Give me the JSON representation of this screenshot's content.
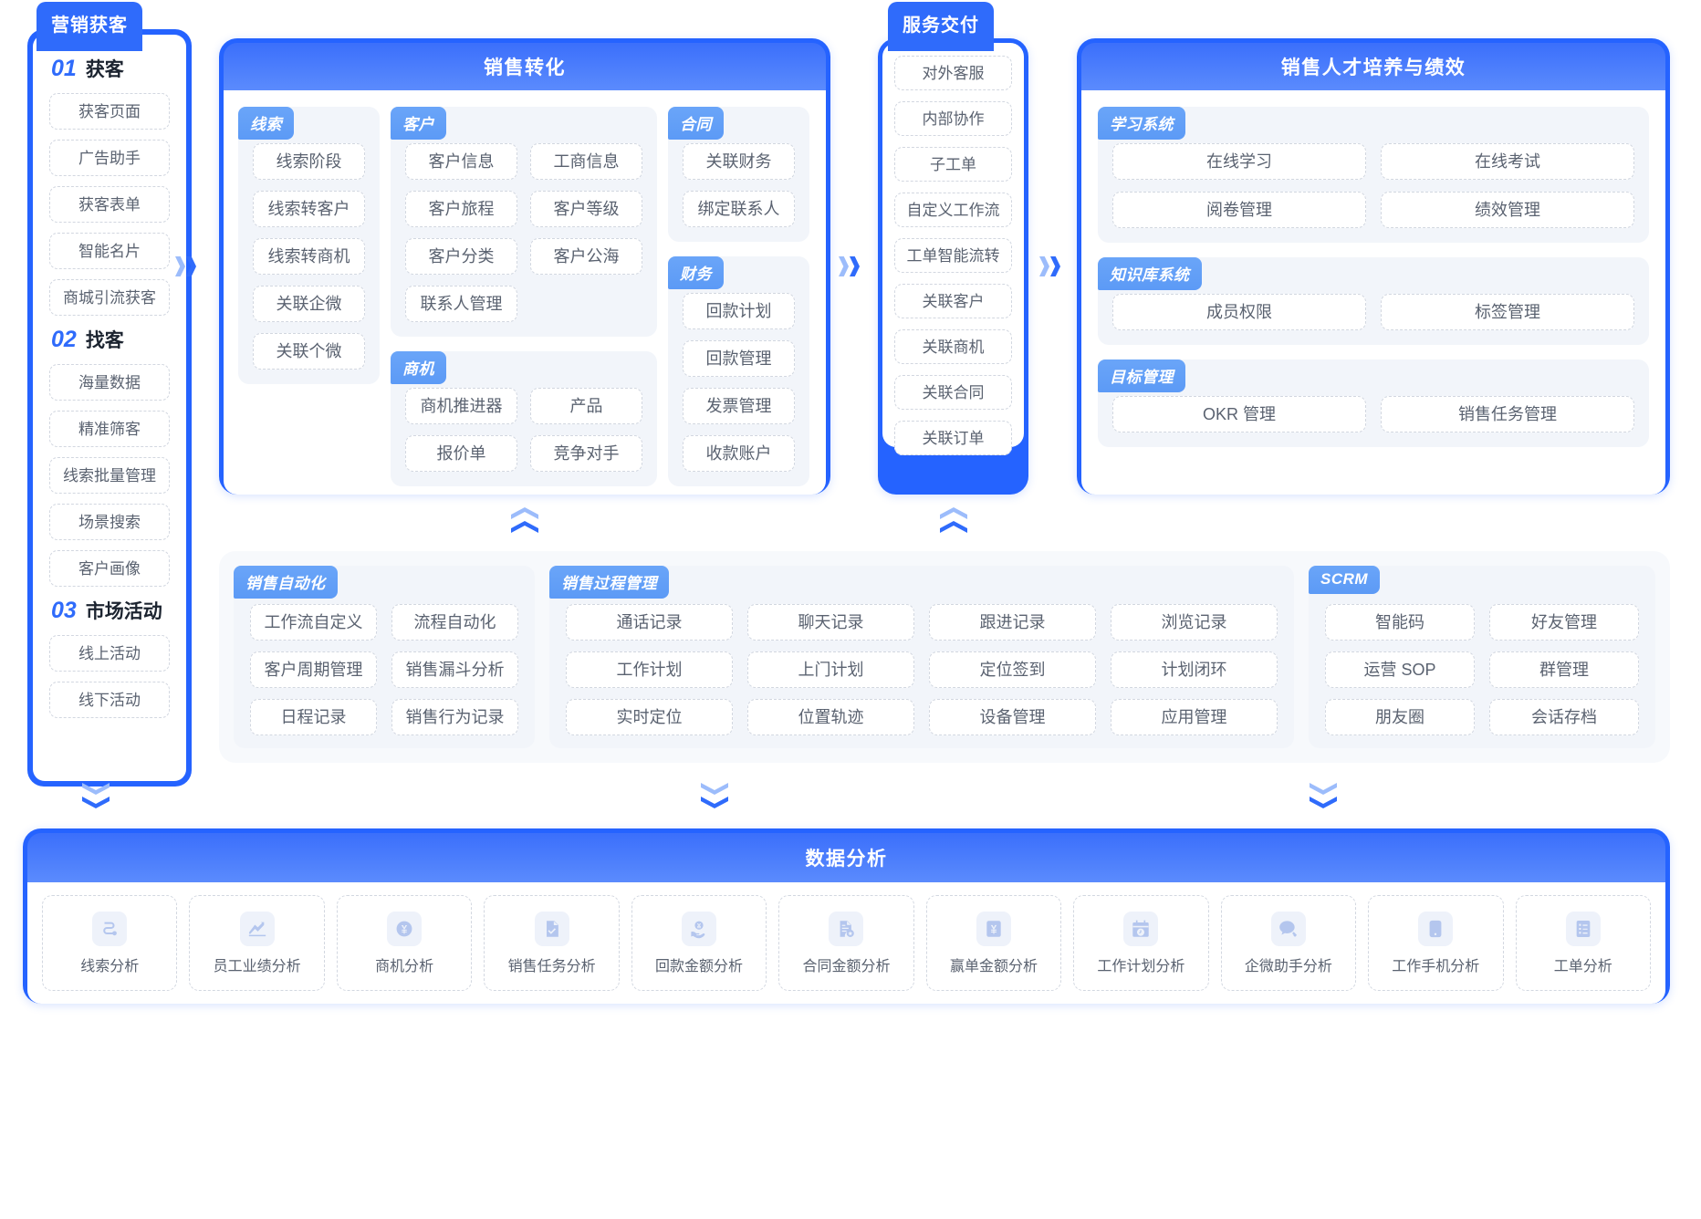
{
  "colors": {
    "primary": "#2563ff",
    "chip": "#5c9af6",
    "header_gradient_from": "#3b6ffb",
    "header_gradient_to": "#5b8bfd"
  },
  "marketing": {
    "tab_label": "营销获客",
    "sections": [
      {
        "num": "01",
        "name": "获客",
        "items": [
          "获客页面",
          "广告助手",
          "获客表单",
          "智能名片",
          "商城引流获客"
        ]
      },
      {
        "num": "02",
        "name": "找客",
        "items": [
          "海量数据",
          "精准筛客",
          "线索批量管理",
          "场景搜索",
          "客户画像"
        ]
      },
      {
        "num": "03",
        "name": "市场活动",
        "items": [
          "线上活动",
          "线下活动"
        ]
      }
    ]
  },
  "sales": {
    "title": "销售转化",
    "groups": [
      {
        "chip": "线索",
        "columns": 1,
        "items": [
          "线索阶段",
          "线索转客户",
          "线索转商机",
          "关联企微",
          "关联个微"
        ]
      },
      {
        "chip": "客户",
        "columns": 2,
        "items": [
          "客户信息",
          "工商信息",
          "客户旅程",
          "客户等级",
          "客户分类",
          "客户公海",
          "联系人管理"
        ]
      },
      {
        "chip": "商机",
        "columns": 2,
        "items": [
          "商机推进器",
          "产品",
          "报价单",
          "竞争对手"
        ]
      },
      {
        "chip": "合同",
        "columns": 1,
        "items": [
          "关联财务",
          "绑定联系人"
        ]
      },
      {
        "chip": "财务",
        "columns": 1,
        "items": [
          "回款计划",
          "回款管理",
          "发票管理",
          "收款账户"
        ]
      }
    ]
  },
  "service": {
    "tab_label": "服务交付",
    "items": [
      "对外客服",
      "内部协作",
      "子工单",
      "自定义工作流",
      "工单智能流转",
      "关联客户",
      "关联商机",
      "关联合同",
      "关联订单"
    ]
  },
  "talent": {
    "title": "销售人才培养与绩效",
    "groups": [
      {
        "chip": "学习系统",
        "items": [
          "在线学习",
          "在线考试",
          "阅卷管理",
          "绩效管理"
        ]
      },
      {
        "chip": "知识库系统",
        "items": [
          "成员权限",
          "标签管理"
        ]
      },
      {
        "chip": "目标管理",
        "items": [
          "OKR 管理",
          "销售任务管理"
        ]
      }
    ]
  },
  "process_band": {
    "groups": [
      {
        "chip": "销售自动化",
        "cols": 2,
        "items": [
          "工作流自定义",
          "流程自动化",
          "客户周期管理",
          "销售漏斗分析",
          "日程记录",
          "销售行为记录"
        ]
      },
      {
        "chip": "销售过程管理",
        "cols": 4,
        "items": [
          "通话记录",
          "聊天记录",
          "跟进记录",
          "浏览记录",
          "工作计划",
          "上门计划",
          "定位签到",
          "计划闭环",
          "实时定位",
          "位置轨迹",
          "设备管理",
          "应用管理"
        ]
      },
      {
        "chip": "SCRM",
        "cols": 2,
        "items": [
          "智能码",
          "好友管理",
          "运营 SOP",
          "群管理",
          "朋友圈",
          "会话存档"
        ]
      }
    ]
  },
  "analysis": {
    "title": "数据分析",
    "items": [
      {
        "label": "线索分析",
        "icon": "lead-flow-icon"
      },
      {
        "label": "员工业绩分析",
        "icon": "trend-chart-icon"
      },
      {
        "label": "商机分析",
        "icon": "yuan-circle-icon"
      },
      {
        "label": "销售任务分析",
        "icon": "document-check-icon"
      },
      {
        "label": "回款金额分析",
        "icon": "hand-money-icon"
      },
      {
        "label": "合同金额分析",
        "icon": "contract-star-icon"
      },
      {
        "label": "赢单金额分析",
        "icon": "yuan-square-icon"
      },
      {
        "label": "工作计划分析",
        "icon": "calendar-clock-icon"
      },
      {
        "label": "企微助手分析",
        "icon": "chat-bubble-icon"
      },
      {
        "label": "工作手机分析",
        "icon": "mobile-phone-icon"
      },
      {
        "label": "工单分析",
        "icon": "list-document-icon"
      }
    ]
  }
}
